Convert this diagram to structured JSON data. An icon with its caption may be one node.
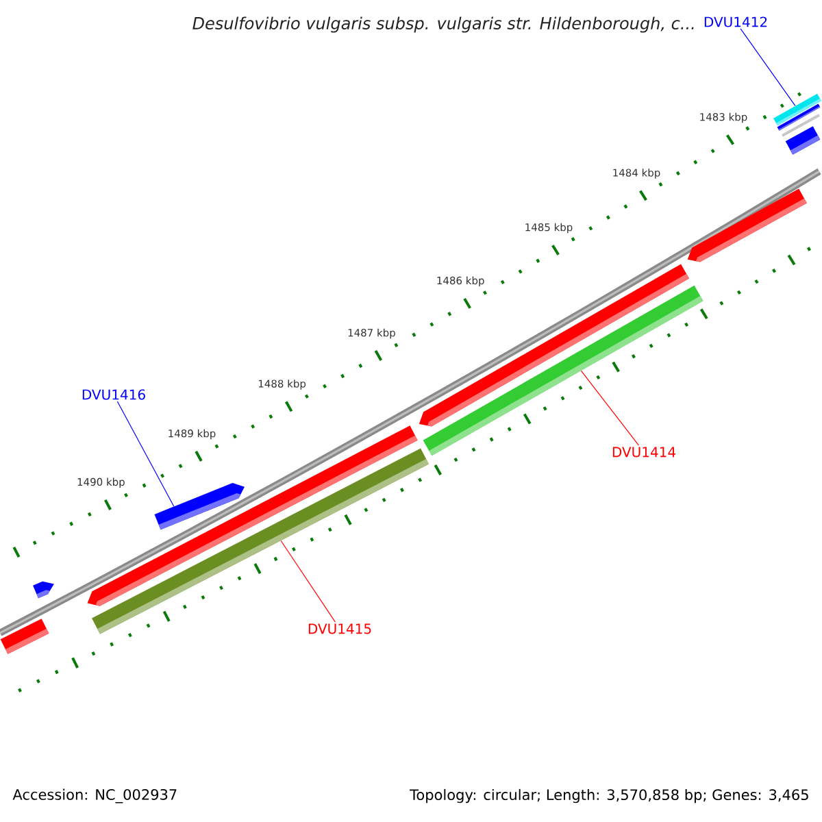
{
  "diagram": {
    "title": "Desulfovibrio vulgaris subsp. vulgaris str. Hildenborough, c...",
    "nodes": [
      {
        "text": [
          "DVU1412"
        ]
      },
      {
        "text": [],
        "shape": "bar"
      },
      {
        "text": [
          "DVU1416"
        ]
      },
      {
        "text": [],
        "shape": "bar"
      },
      {
        "text": [
          "DVU1414"
        ]
      },
      {
        "text": [],
        "shape": "bar"
      },
      {
        "text": [
          "DVU1415"
        ]
      },
      {
        "text": [],
        "shape": "bar"
      }
    ],
    "edges": [
      {
        "from": 0,
        "to": 1,
        "arrow": "none",
        "color": "#0000ff"
      },
      {
        "from": 2,
        "to": 3,
        "arrow": "none",
        "color": "#0000ff"
      },
      {
        "from": 4,
        "to": 5,
        "arrow": "none",
        "color": "#ff0000"
      },
      {
        "from": 6,
        "to": 7,
        "arrow": "none",
        "color": "#ff0000"
      }
    ],
    "labels": [
      "1483 kbp",
      "1484 kbp",
      "1485 kbp",
      "1486 kbp",
      "1487 kbp",
      "1488 kbp",
      "1489 kbp",
      "1490 kbp",
      "Accession: NC_002937",
      "Topology: circular; Length: 3,570,858 bp; Genes: 3,465"
    ]
  }
}
